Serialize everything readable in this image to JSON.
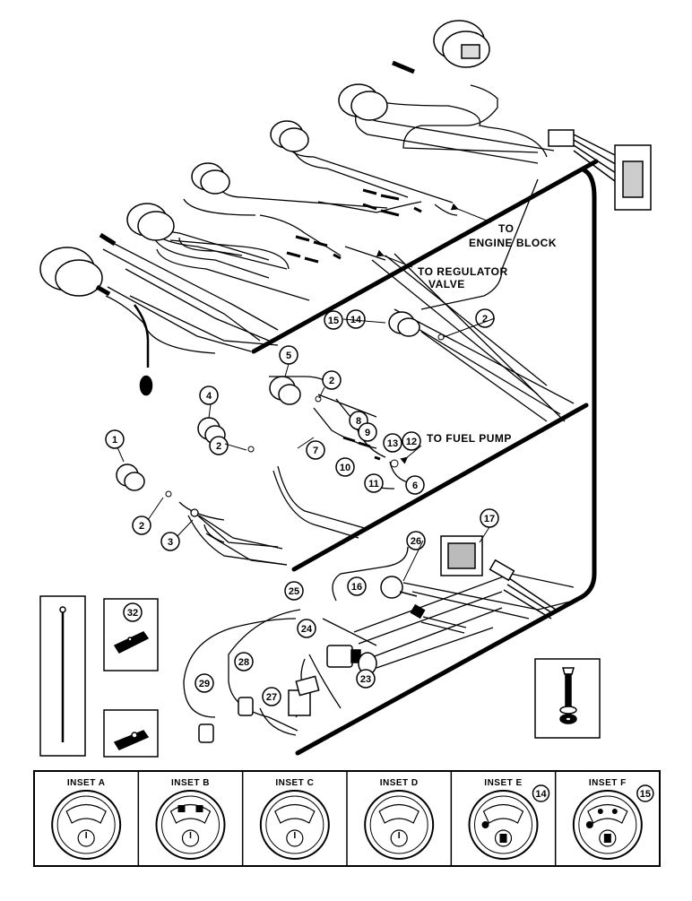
{
  "labels": {
    "to_engine_block_1": "TO",
    "to_engine_block_2": "ENGINE BLOCK",
    "to_regulator_valve_1": "TO REGULATOR",
    "to_regulator_valve_2": "VALVE",
    "to_fuel_pump": "TO FUEL PUMP"
  },
  "callouts": [
    "1",
    "2",
    "3",
    "4",
    "5",
    "6",
    "7",
    "8",
    "9",
    "10",
    "11",
    "12",
    "13",
    "14",
    "15",
    "16",
    "17",
    "23",
    "24",
    "25",
    "26",
    "27",
    "28",
    "29",
    "32"
  ],
  "insets": [
    {
      "title": "INSET A",
      "number": ""
    },
    {
      "title": "INSET B",
      "number": ""
    },
    {
      "title": "INSET C",
      "number": ""
    },
    {
      "title": "INSET D",
      "number": ""
    },
    {
      "title": "INSET E",
      "number": "14"
    },
    {
      "title": "INSET F",
      "number": "15"
    }
  ]
}
